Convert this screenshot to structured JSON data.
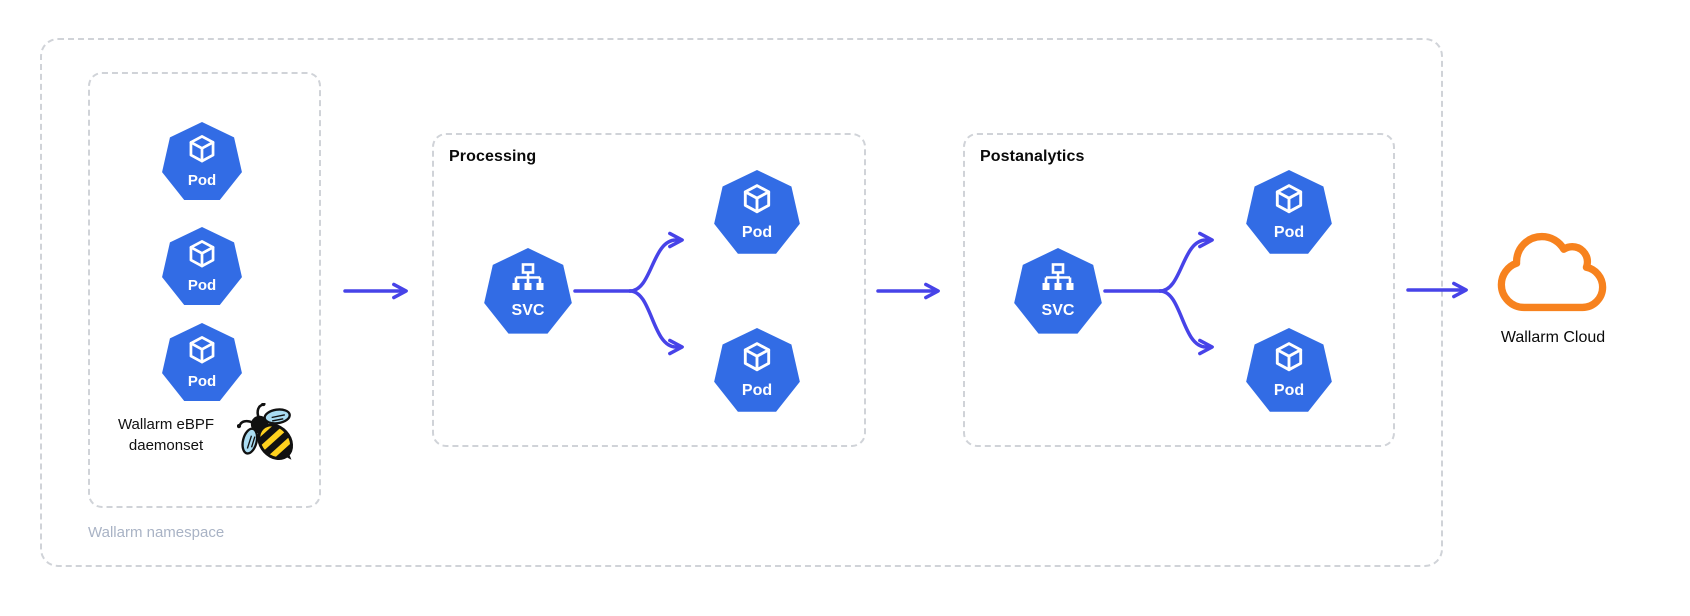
{
  "diagram": {
    "title_hint": "Wallarm eBPF deployment inside Kubernetes namespace"
  },
  "namespace": {
    "label": "Wallarm namespace"
  },
  "daemonset": {
    "caption": "Wallarm eBPF\ndaemonset",
    "pods": [
      "Pod",
      "Pod",
      "Pod"
    ]
  },
  "processing": {
    "title": "Processing",
    "svc_label": "SVC",
    "pods": [
      "Pod",
      "Pod"
    ]
  },
  "postanalytics": {
    "title": "Postanalytics",
    "svc_label": "SVC",
    "pods": [
      "Pod",
      "Pod"
    ]
  },
  "cloud": {
    "label": "Wallarm Cloud"
  },
  "colors": {
    "kubernetes_blue": "#326CE5",
    "arrow_indigo": "#4743E8",
    "cloud_orange": "#F7821E",
    "dashed_border": "#D0D3D8",
    "namespace_text": "#A9B3C5",
    "bee_yellow": "#FFD21E",
    "bee_wing_blue": "#AADCF2",
    "background": "#FFFFFF"
  }
}
